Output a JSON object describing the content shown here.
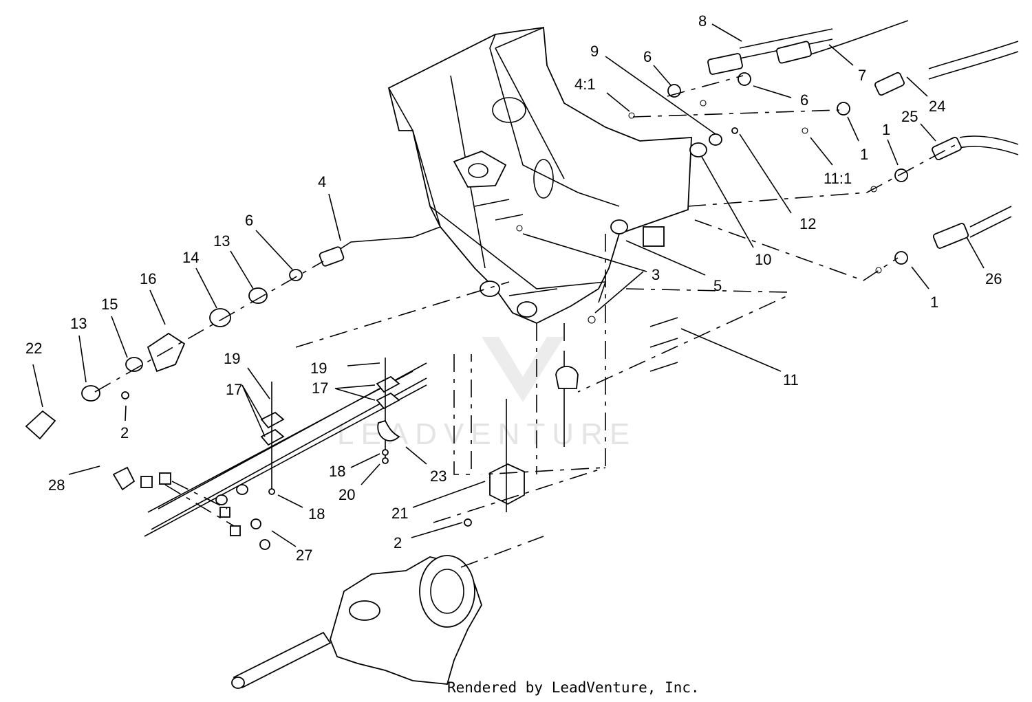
{
  "diagram": {
    "watermark": "LEADVENTURE",
    "credit": "Rendered by LeadVenture, Inc.",
    "callouts": [
      {
        "id": "c8",
        "text": "8"
      },
      {
        "id": "c9",
        "text": "9"
      },
      {
        "id": "c6a",
        "text": "6"
      },
      {
        "id": "c41",
        "text": "4:1"
      },
      {
        "id": "c6b",
        "text": "6"
      },
      {
        "id": "c7",
        "text": "7"
      },
      {
        "id": "c24",
        "text": "24"
      },
      {
        "id": "c1a",
        "text": "1"
      },
      {
        "id": "c25",
        "text": "25"
      },
      {
        "id": "c1b",
        "text": "1"
      },
      {
        "id": "c111",
        "text": "11:1"
      },
      {
        "id": "c12",
        "text": "12"
      },
      {
        "id": "c10",
        "text": "10"
      },
      {
        "id": "c26",
        "text": "26"
      },
      {
        "id": "c1c",
        "text": "1"
      },
      {
        "id": "c4",
        "text": "4"
      },
      {
        "id": "c6c",
        "text": "6"
      },
      {
        "id": "c13a",
        "text": "13"
      },
      {
        "id": "c14",
        "text": "14"
      },
      {
        "id": "c16",
        "text": "16"
      },
      {
        "id": "c15",
        "text": "15"
      },
      {
        "id": "c13b",
        "text": "13"
      },
      {
        "id": "c22",
        "text": "22"
      },
      {
        "id": "c2a",
        "text": "2"
      },
      {
        "id": "c3",
        "text": "3"
      },
      {
        "id": "c5",
        "text": "5"
      },
      {
        "id": "c11",
        "text": "11"
      },
      {
        "id": "c19a",
        "text": "19"
      },
      {
        "id": "c17a",
        "text": "17"
      },
      {
        "id": "c19b",
        "text": "19"
      },
      {
        "id": "c17b",
        "text": "17"
      },
      {
        "id": "c18a",
        "text": "18"
      },
      {
        "id": "c20",
        "text": "20"
      },
      {
        "id": "c23",
        "text": "23"
      },
      {
        "id": "c18b",
        "text": "18"
      },
      {
        "id": "c21",
        "text": "21"
      },
      {
        "id": "c2b",
        "text": "2"
      },
      {
        "id": "c28",
        "text": "28"
      },
      {
        "id": "c27",
        "text": "27"
      }
    ]
  }
}
